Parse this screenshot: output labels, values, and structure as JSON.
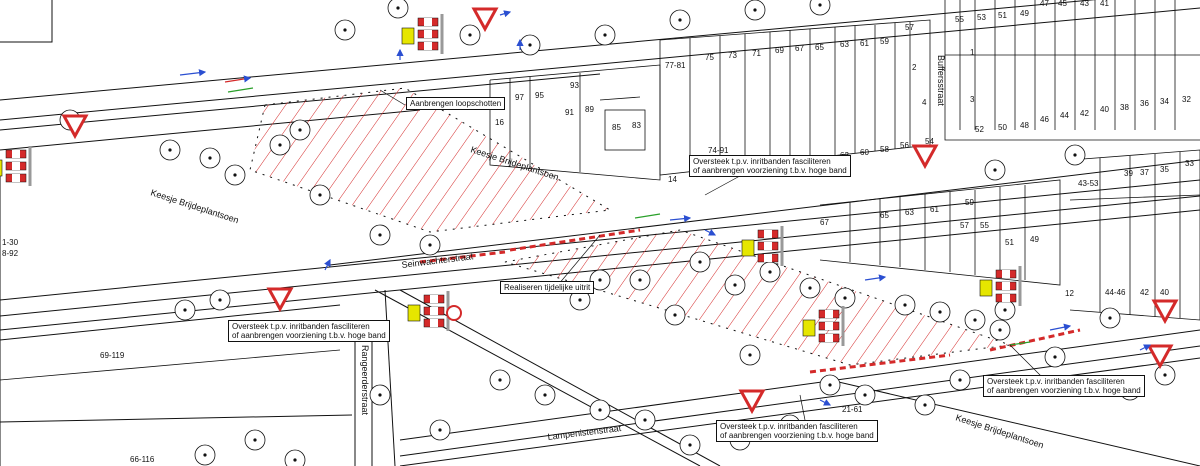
{
  "streets": {
    "keesje_top": "Keesje Brijdeplantsoen",
    "keesje_left": "Keesje Brijdeplantsoen",
    "keesje_bottom": "Keesje Brijdeplantsoen",
    "seinwachterstraat": "Seinwachterstraat",
    "lampenistenstraat": "Lampenistenstraat",
    "buffersstraat": "Buffersstraat",
    "rangeerderstraat": "Rangeerderstraat"
  },
  "annotations": {
    "loopschotten": "Aanbrengen loopschotten",
    "tijdelijke_uitrit": "Realiseren tijdelijke uitrit",
    "oversteek_line1": "Oversteek t.p.v. inritbanden fasciliteren",
    "oversteek_line2": "of aanbrengen voorziening t.b.v. hoge band"
  },
  "house_numbers": {
    "row_top_right": [
      "55",
      "53",
      "51",
      "49",
      "47",
      "45",
      "43",
      "41"
    ],
    "row_mid_right": [
      "52",
      "50",
      "48",
      "46",
      "44",
      "42",
      "40",
      "38",
      "36",
      "34",
      "32"
    ],
    "col_right_top": [
      "1",
      "3"
    ],
    "row_upper_block": [
      "77-81",
      "75",
      "73",
      "71",
      "69",
      "67",
      "65",
      "63",
      "61",
      "59",
      "57"
    ],
    "col_upper_block": [
      "2",
      "4"
    ],
    "row_upper_block_bottom": [
      "62",
      "60",
      "58",
      "56",
      "54"
    ],
    "block_left": [
      "97",
      "95",
      "93",
      "91",
      "89",
      "85",
      "83",
      "16",
      "14"
    ],
    "block_mid": [
      "67",
      "65",
      "63",
      "61",
      "59",
      "57",
      "55",
      "51",
      "49"
    ],
    "row_lower_right": [
      "43-53",
      "39",
      "37",
      "35",
      "33"
    ],
    "lower_right_misc": [
      "44-46",
      "42",
      "40",
      "12",
      "74-91"
    ],
    "left_edge": [
      "1-30",
      "8-92",
      "69-119",
      "66-116",
      "21-61"
    ]
  },
  "legend_colors": {
    "hatch": "#d42a2a",
    "linework": "#111111",
    "arrow_blue": "#2b4fd1",
    "arrow_green": "#2aa02a",
    "barrier_yellow": "#e6e600"
  }
}
